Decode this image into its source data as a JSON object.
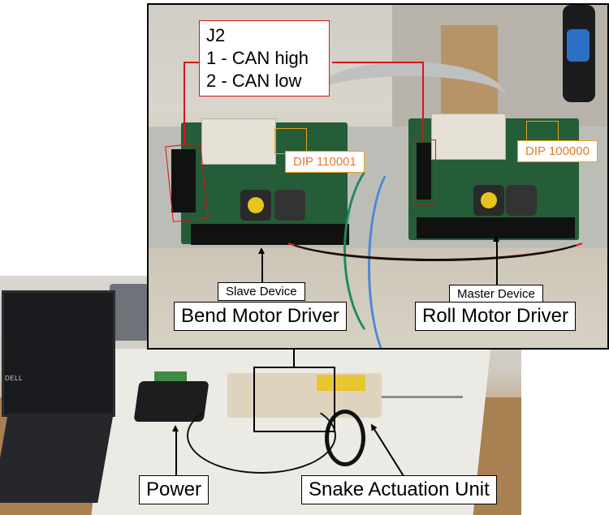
{
  "figure": {
    "description": "Annotated photograph of a snake actuation test setup with laptop, power supply, and two maxon motor driver boards",
    "accent_colors": {
      "callout_border": "#000000",
      "j2_highlight": "#d8141b",
      "dip_highlight": "#e8a020",
      "dip_text": "#e9772e"
    }
  },
  "inset": {
    "j2_callout": {
      "title": "J2",
      "line1": "1 - CAN high",
      "line2": "2 - CAN low"
    },
    "dip_left": "DIP 110001",
    "dip_right": "DIP 100000",
    "bend_driver": {
      "role": "Slave Device",
      "label": "Bend Motor Driver"
    },
    "roll_driver": {
      "role": "Master Device",
      "label": "Roll Motor Driver"
    }
  },
  "scene": {
    "laptop_brand": "DELL",
    "power_label": "Power",
    "actuation_label": "Snake Actuation Unit"
  }
}
